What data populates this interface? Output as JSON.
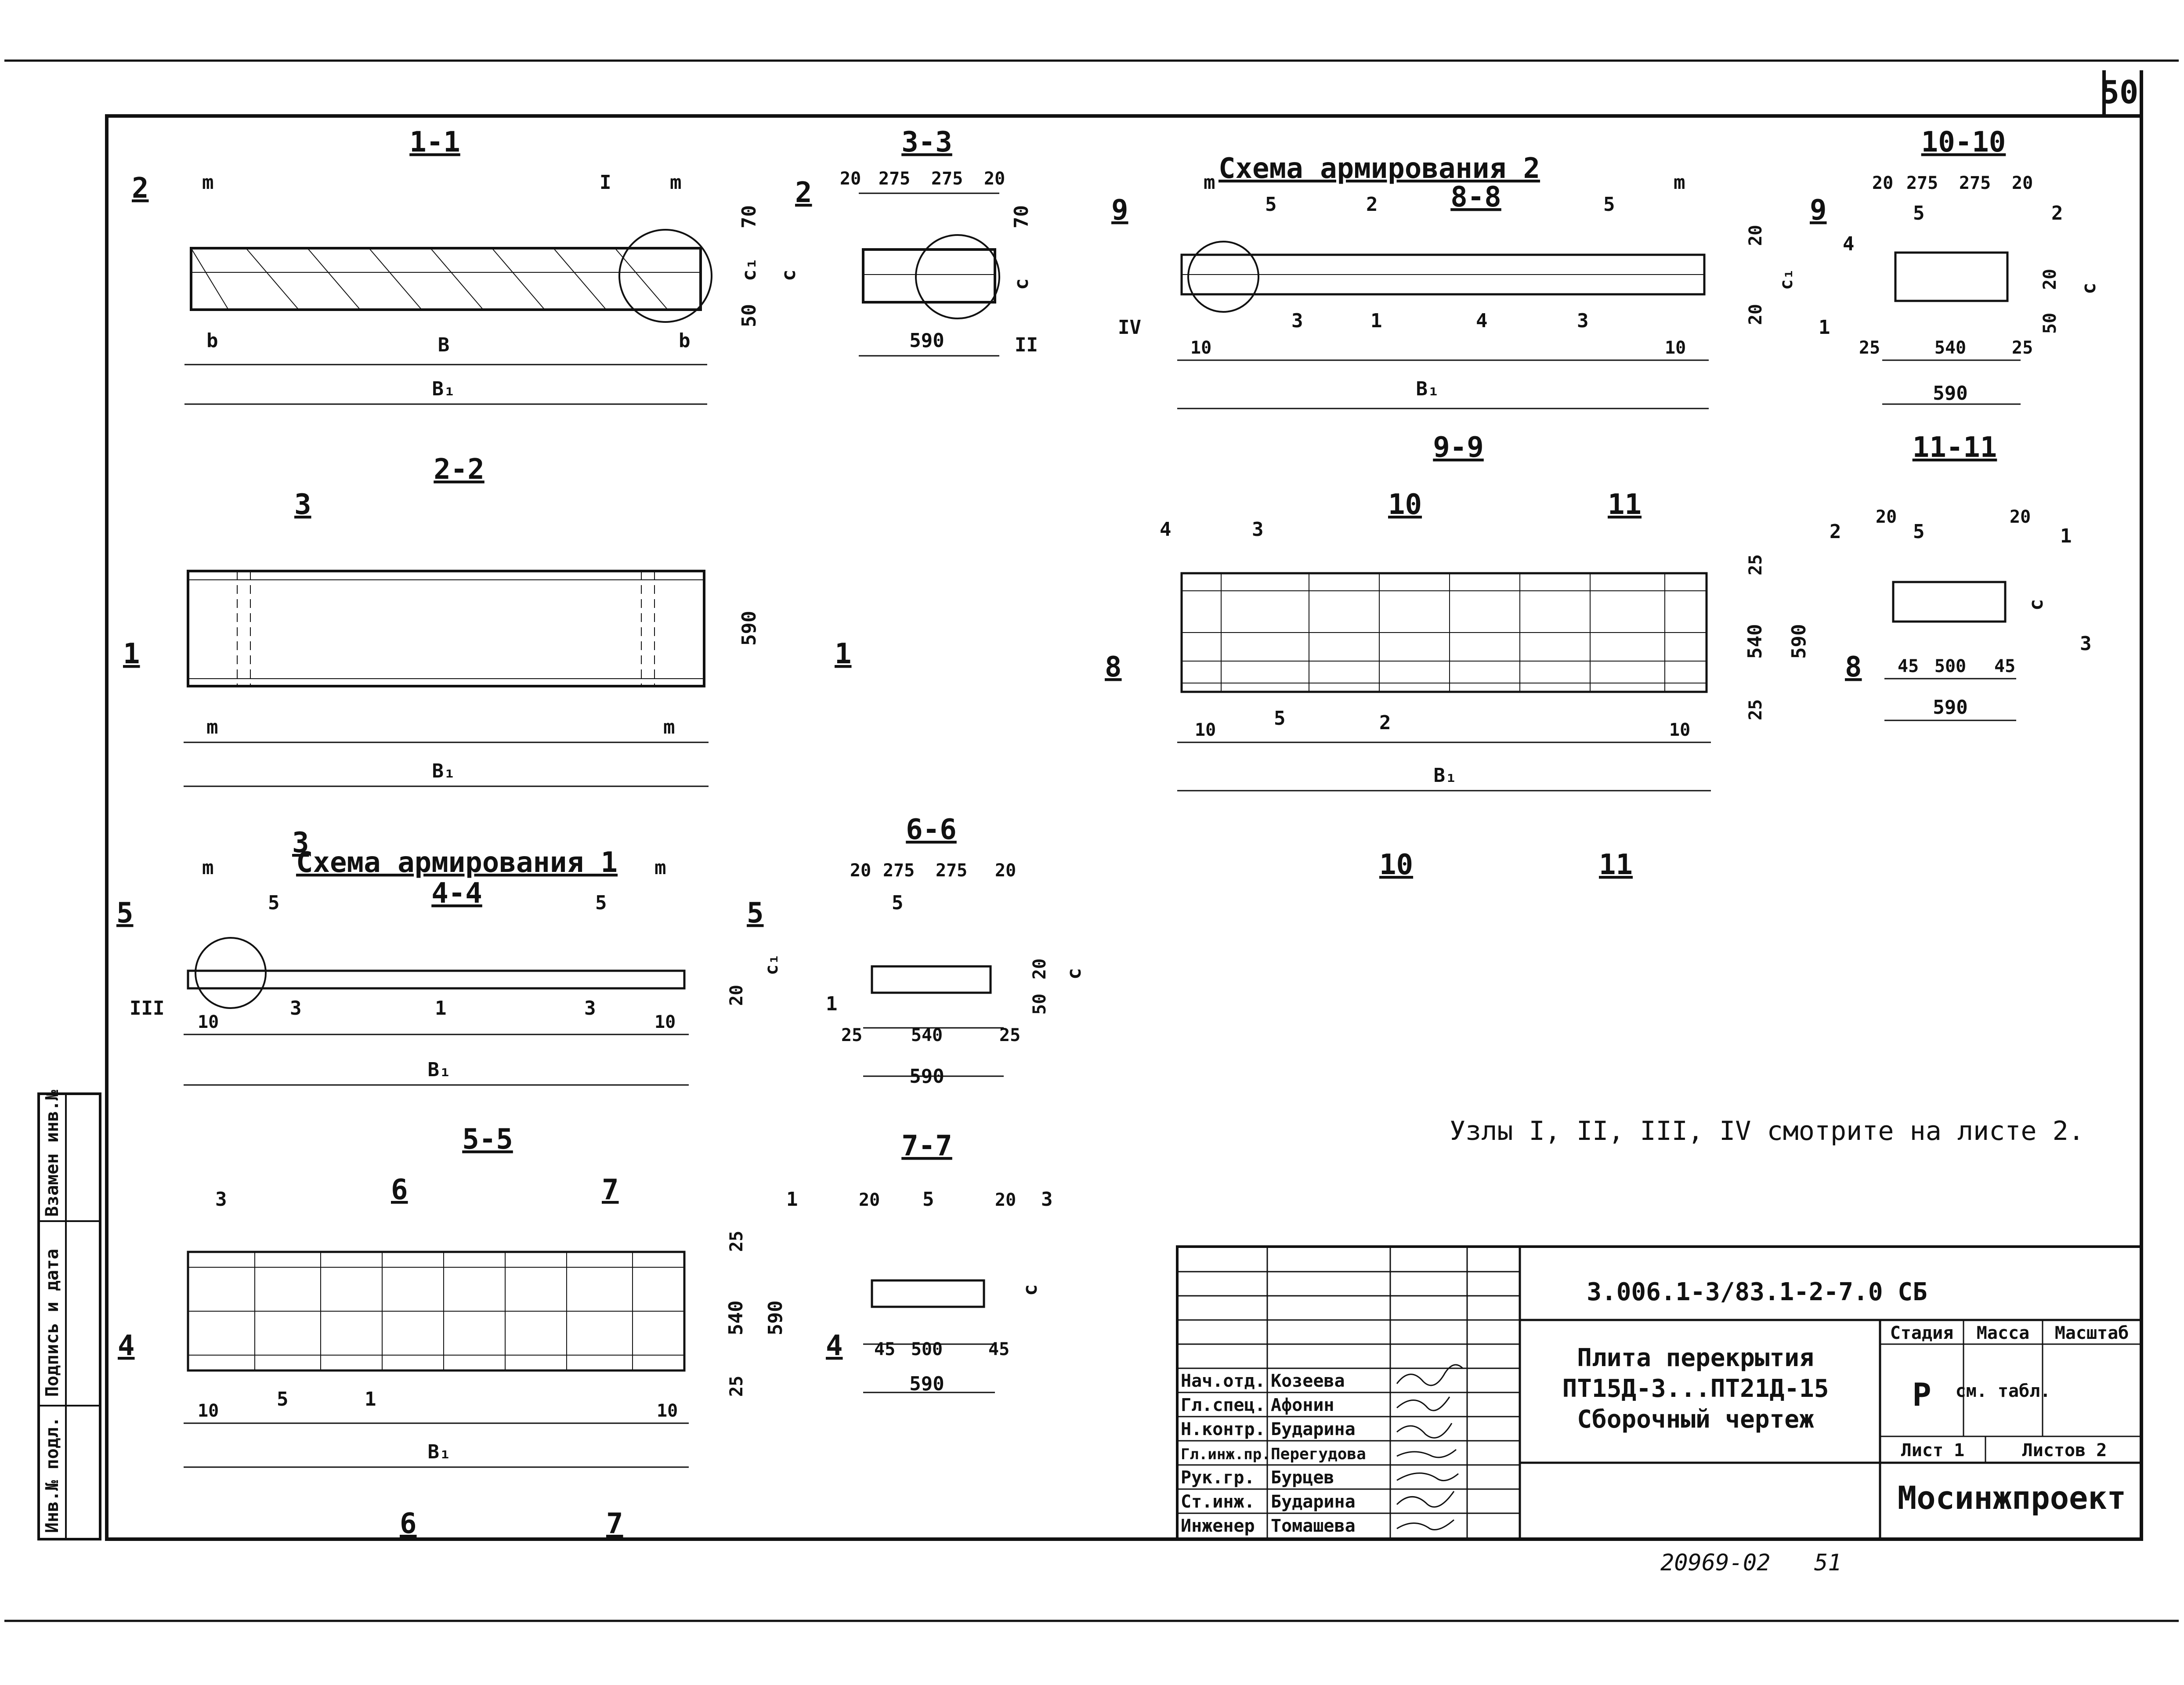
{
  "sheet_number": "50",
  "sections": {
    "s1": "1-1",
    "s2": "2-2",
    "s3": "3-3",
    "s4": "4-4",
    "s5": "5-5",
    "s6": "6-6",
    "s7": "7-7",
    "s8": "8-8",
    "s9": "9-9",
    "s10": "10-10",
    "s11": "11-11"
  },
  "schemes": {
    "scheme1": "Схема армирования 1",
    "scheme2": "Схема армирования 2"
  },
  "dims": {
    "m": "m",
    "b": "b",
    "B": "B",
    "B1": "B₁",
    "c": "c",
    "c1": "c₁",
    "d20": "20",
    "d275": "275",
    "d70": "70",
    "d50": "50",
    "d590": "590",
    "d540": "540",
    "d25": "25",
    "d10": "10",
    "d45": "45",
    "d500": "500"
  },
  "nodes": {
    "n1": "I",
    "n2": "II",
    "n3": "III",
    "n4": "IV"
  },
  "positions": {
    "p1": "1",
    "p2": "2",
    "p3": "3",
    "p4": "4",
    "p5": "5"
  },
  "cut_marks": {
    "c1": "1",
    "c2": "2",
    "c3": "3",
    "c4": "4",
    "c5": "5",
    "c6": "6",
    "c7": "7",
    "c8": "8",
    "c9": "9",
    "c10": "10",
    "c11": "11"
  },
  "note": "Узлы I, II, III, IV смотрите на листе 2.",
  "side_stamp": [
    "Инв.№ подл.",
    "Подпись и дата",
    "Взамен инв.№"
  ],
  "title_block": {
    "doc_code": "3.006.1-3/83.1-2-7.0 СБ",
    "title": [
      "Плита перекрытия",
      "ПТ15Д-3...ПТ21Д-15",
      "Сборочный чертеж"
    ],
    "stage_header": "Стадия",
    "mass_header": "Масса",
    "scale_header": "Масштаб",
    "stage": "Р",
    "mass": "см. табл.",
    "sheet": "Лист 1",
    "sheets": "Листов 2",
    "org": "Мосинжпроект",
    "roles": [
      "Нач.отд.",
      "Гл.спец.",
      "Н.контр.",
      "Гл.инж.пр.",
      "Рук.гр.",
      "Ст.инж.",
      "Инженер"
    ],
    "names": [
      "Козеева",
      "Афонин",
      "Бударина",
      "Перегудова",
      "Бурцев",
      "Бударина",
      "Томашева"
    ]
  },
  "footer": {
    "archive": "20969-02",
    "page": "51"
  }
}
